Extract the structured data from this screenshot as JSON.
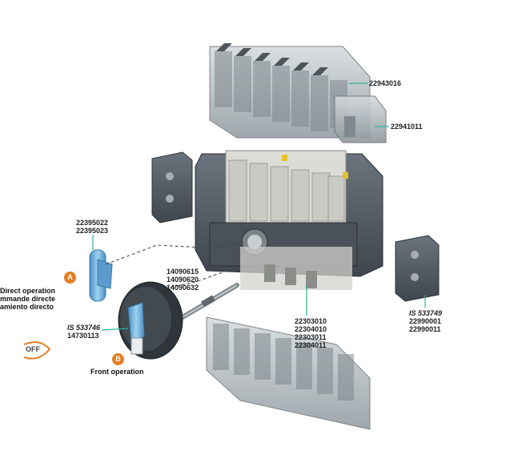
{
  "refs": {
    "r1": "22943016",
    "r2": "22941011",
    "r3": [
      "22395022",
      "22395023"
    ],
    "r4": [
      "14090615",
      "14090620",
      "14090632"
    ],
    "r5": [
      "22303010",
      "22304010",
      "22303011",
      "22304011"
    ],
    "r6": [
      "IS 533749",
      "22990001",
      "22990011"
    ],
    "r7": [
      "IS 533746",
      "14730113"
    ]
  },
  "captions": {
    "direct": [
      "Direct operation",
      "mmande directe",
      "amiento directo"
    ],
    "front": "Front operation",
    "off": "OFF"
  },
  "badges": {
    "a": "A",
    "b": "B"
  },
  "colors": {
    "leader": "#2bb39a",
    "badge": "#e67e22",
    "housing": "#56606a",
    "terminal": "#dcdcd6",
    "clear": "#b9c1c6",
    "handle_blue": "#6fb6e2"
  }
}
